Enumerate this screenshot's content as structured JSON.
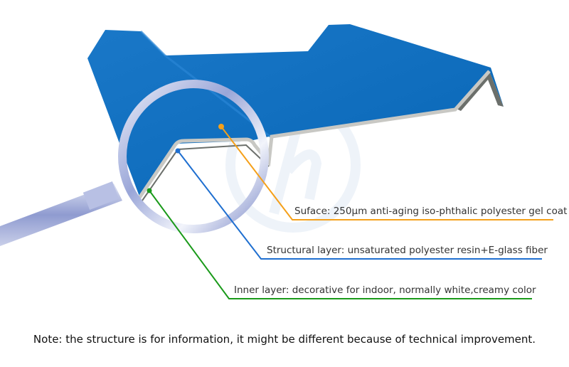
{
  "labels": {
    "surface": "Suface: 250μm anti-aging iso-phthalic polyester gel coat",
    "structural": "Structural layer: unsaturated polyester resin+E-glass fiber",
    "inner": "Inner layer: decorative for indoor, normally white,creamy color"
  },
  "note": "Note: the structure is for information, it might be different because of technical improvement.",
  "colors": {
    "sheet": "#0a6fc2",
    "surface_line": "#f5a01a",
    "structural_line": "#1f6fd0",
    "inner_line": "#1a9a1a",
    "edge": "#c8c8c4",
    "inner_face": "#6b6f6b"
  }
}
